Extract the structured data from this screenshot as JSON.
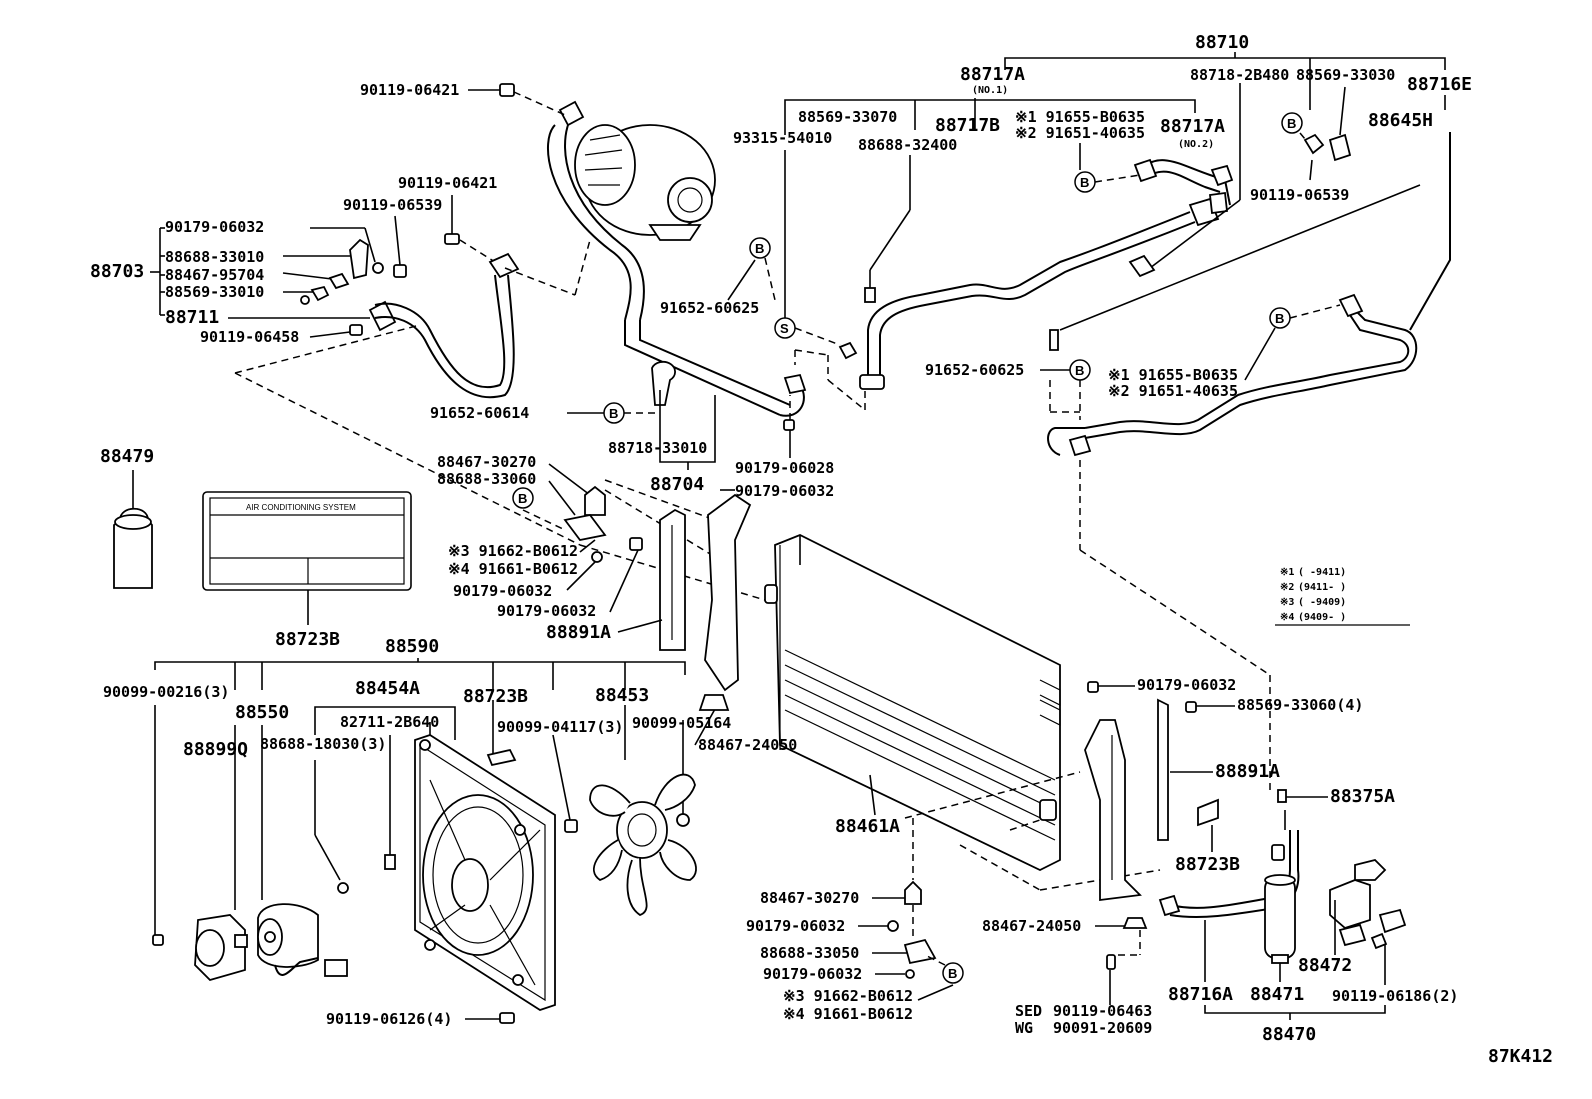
{
  "labels": {
    "p88710": "88710",
    "p88717A_1": "88717A",
    "no1": "(NO.1)",
    "p88718_2B480": "88718-2B480",
    "p88569_33030": "88569-33030",
    "p88716E": "88716E",
    "p90119_06421a": "90119-06421",
    "p88569_33070": "88569-33070",
    "p93315_54010": "93315-54010",
    "p88717B": "88717B",
    "p88688_32400": "88688-32400",
    "p1_91655_B0635a": "※1 91655-B0635",
    "p2_91651_40635a": "※2 91651-40635",
    "p88717A_2": "88717A",
    "no2": "(NO.2)",
    "p88645H": "88645H",
    "p90119_06539a": "90119-06539",
    "p90119_06421b": "90119-06421",
    "p90119_06539b": "90119-06539",
    "p90179_06032a": "90179-06032",
    "p88688_33010": "88688-33010",
    "p88703": "88703",
    "p88467_95704": "88467-95704",
    "p88569_33010": "88569-33010",
    "p88711": "88711",
    "p90119_06458": "90119-06458",
    "p91652_60625a": "91652-60625",
    "p91652_60625b": "91652-60625",
    "p1_91655_B0635b": "※1 91655-B0635",
    "p2_91651_40635b": "※2 91651-40635",
    "p91652_60614": "91652-60614",
    "p88718_33010": "88718-33010",
    "p90179_06028": "90179-06028",
    "p88479": "88479",
    "p88467_30270a": "88467-30270",
    "p88688_33060": "88688-33060",
    "p88704": "88704",
    "p90179_06032b": "90179-06032",
    "p3_91662_B0612a": "※3 91662-B0612",
    "p4_91661_B0612a": "※4 91661-B0612",
    "p90179_06032c": "90179-06032",
    "p90179_06032d": "90179-06032",
    "p88891A_a": "88891A",
    "p88723B_a": "88723B",
    "sticker_title": "AIR CONDITIONING SYSTEM",
    "p88590": "88590",
    "p90099_00216": "90099-00216(3)",
    "p88454A": "88454A",
    "p88723B_b": "88723B",
    "p88453": "88453",
    "p88550": "88550",
    "p82711_2B640": "82711-2B640",
    "p90099_04117": "90099-04117(3)",
    "p90099_05164": "90099-05164",
    "p88899Q": "88899Q",
    "p88688_18030": "88688-18030(3)",
    "p88467_24050a": "88467-24050",
    "p90179_06032e": "90179-06032",
    "p88569_33060": "88569-33060(4)",
    "p88891A_b": "88891A",
    "p88375A": "88375A",
    "p88461A": "88461A",
    "p88723B_c": "88723B",
    "p88467_30270b": "88467-30270",
    "p90179_06032f": "90179-06032",
    "p88688_33050": "88688-33050",
    "p90179_06032g": "90179-06032",
    "p3_91662_B0612b": "※3 91662-B0612",
    "p4_91661_B0612b": "※4 91661-B0612",
    "p88467_24050b": "88467-24050",
    "p88472": "88472",
    "p90119_06126": "90119-06126(4)",
    "sed": "SED",
    "wg": "WG",
    "p90119_06463": "90119-06463",
    "p90091_20609": "90091-20609",
    "p88716A": "88716A",
    "p88471": "88471",
    "p90119_06186": "90119-06186(2)",
    "p88470": "88470",
    "fig_code": "87K412"
  },
  "callouts": {
    "B": "B",
    "S": "S"
  },
  "legend": {
    "rows": [
      {
        "mark": "※1",
        "range": "(      -9411)"
      },
      {
        "mark": "※2",
        "range": "(9411-      )"
      },
      {
        "mark": "※3",
        "range": "(      -9409)"
      },
      {
        "mark": "※4",
        "range": "(9409-      )"
      }
    ]
  }
}
